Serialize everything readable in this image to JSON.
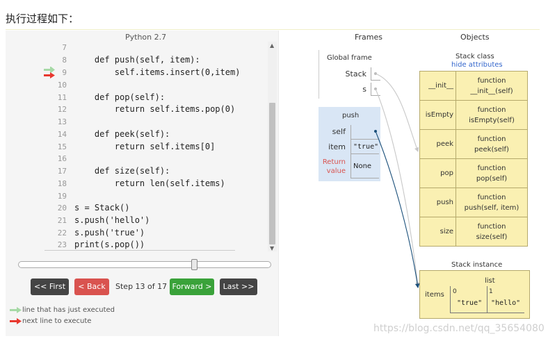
{
  "heading": "执行过程如下：",
  "code_panel": {
    "title": "Python 2.7",
    "lines": [
      {
        "no": "7",
        "text": ""
      },
      {
        "no": "8",
        "text": "    def push(self, item):"
      },
      {
        "no": "9",
        "text": "        self.items.insert(0,item)"
      },
      {
        "no": "10",
        "text": ""
      },
      {
        "no": "11",
        "text": "    def pop(self):"
      },
      {
        "no": "12",
        "text": "        return self.items.pop(0)"
      },
      {
        "no": "13",
        "text": ""
      },
      {
        "no": "14",
        "text": "    def peek(self):"
      },
      {
        "no": "15",
        "text": "        return self.items[0]"
      },
      {
        "no": "16",
        "text": ""
      },
      {
        "no": "17",
        "text": "    def size(self):"
      },
      {
        "no": "18",
        "text": "        return len(self.items)"
      },
      {
        "no": "19",
        "text": ""
      },
      {
        "no": "20",
        "text": "s = Stack()"
      },
      {
        "no": "21",
        "text": "s.push('hello')"
      },
      {
        "no": "22",
        "text": "s.push('true')"
      },
      {
        "no": "23",
        "text": "print(s.pop())"
      }
    ],
    "slider_progress": 0.7
  },
  "controls": {
    "first": "<< First",
    "back": "< Back",
    "step": "Step 13 of 17",
    "forward": "Forward >",
    "last": "Last >>"
  },
  "legend": {
    "executed": "line that has just executed",
    "next": "next line to execute"
  },
  "viz": {
    "frames_heading": "Frames",
    "objects_heading": "Objects",
    "global_frame": {
      "title": "Global frame",
      "vars": [
        "Stack",
        "s"
      ]
    },
    "push_frame": {
      "title": "push",
      "vars": [
        {
          "name": "self",
          "value": ""
        },
        {
          "name": "item",
          "value": "\"true\""
        },
        {
          "name": "Return value",
          "value": "None"
        }
      ]
    },
    "stack_class": {
      "label": "Stack class",
      "hide_link": "hide attributes",
      "rows": [
        {
          "key": "__init__",
          "kind": "function",
          "sig": "__init__(self)"
        },
        {
          "key": "isEmpty",
          "kind": "function",
          "sig": "isEmpty(self)"
        },
        {
          "key": "peek",
          "kind": "function",
          "sig": "peek(self)"
        },
        {
          "key": "pop",
          "kind": "function",
          "sig": "pop(self)"
        },
        {
          "key": "push",
          "kind": "function",
          "sig": "push(self, item)"
        },
        {
          "key": "size",
          "kind": "function",
          "sig": "size(self)"
        }
      ]
    },
    "stack_instance": {
      "label": "Stack instance",
      "key": "items",
      "list_label": "list",
      "list": [
        {
          "index": "0",
          "value": "\"true\""
        },
        {
          "index": "1",
          "value": "\"hello\""
        }
      ]
    }
  },
  "colors": {
    "executed_arrow": "#a6d9a6",
    "next_arrow": "#e8382f",
    "frame_bg": "#d9e6f5",
    "object_bg": "#faf0b2",
    "pointer": "#1a4f7a"
  },
  "watermark": "https://blog.csdn.net/qq_35654080"
}
